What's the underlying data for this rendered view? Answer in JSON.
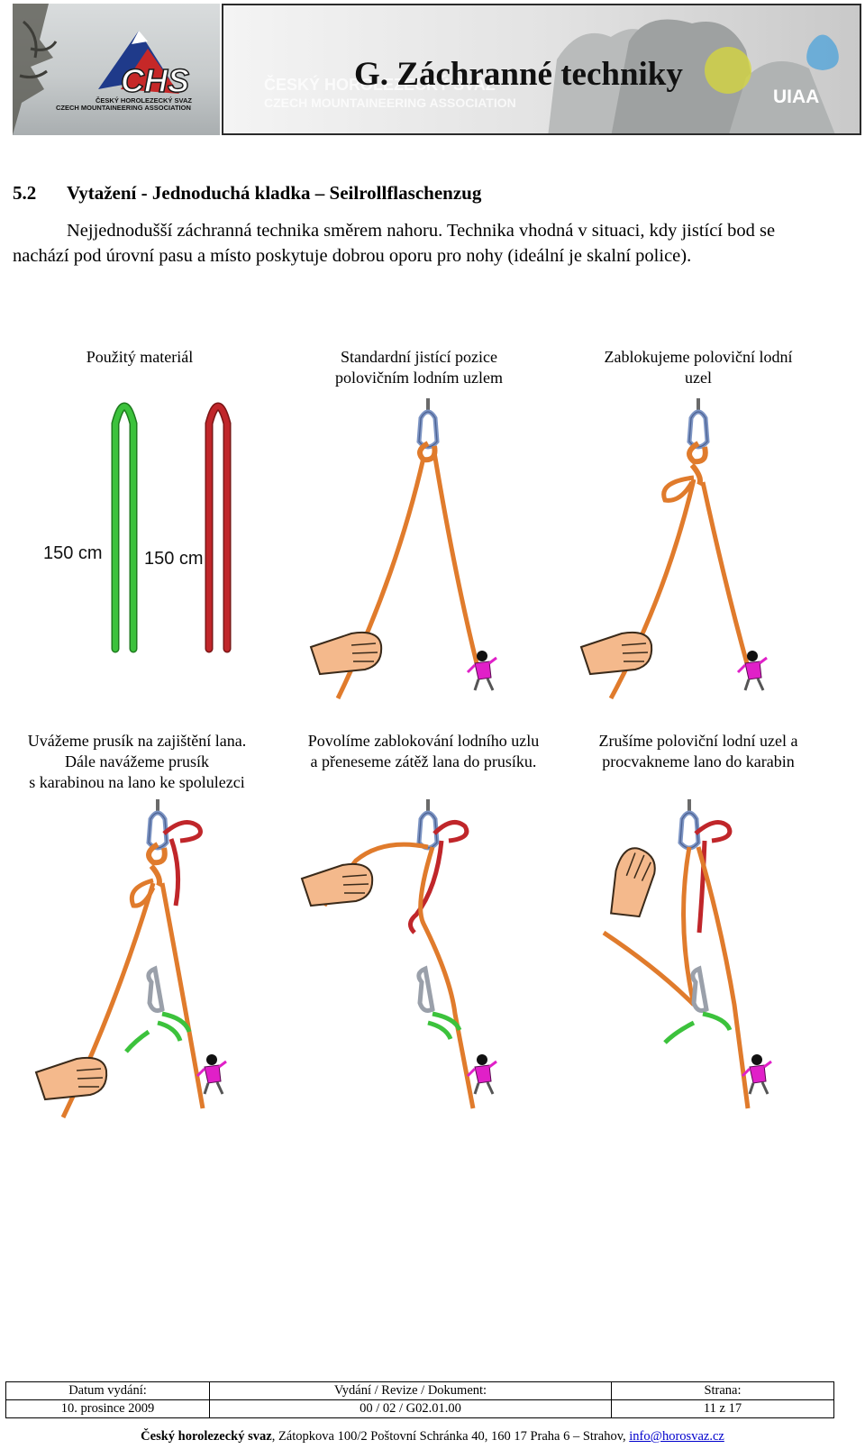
{
  "header": {
    "logo": {
      "letters": "CHS",
      "line1": "ČESKÝ HOROLEZECKÝ SVAZ",
      "line2": "CZECH MOUNTAINEERING ASSOCIATION"
    },
    "title": "G. Záchranné techniky",
    "watermark_line1": "ČESKÝ HOROLEZECKÝ SVAZ",
    "watermark_line2": "CZECH MOUNTAINEERING ASSOCIATION",
    "uiaa": "UIAA"
  },
  "section": {
    "number": "5.2",
    "title": "Vytažení  - Jednoduchá kladka – Seilrollflaschenzug",
    "intro": "Nejjednodušší záchranná technika směrem nahoru. Technika vhodná v situaci, kdy jistící bod se nachází pod úrovní pasu a místo poskytuje dobrou oporu pro nohy (ideální je skalní police)."
  },
  "figures": [
    {
      "caption_lines": [
        "Použitý materiál"
      ],
      "labels": [
        "150 cm",
        "150 cm"
      ]
    },
    {
      "caption_lines": [
        "Standardní jistící pozice",
        "polovičním lodním uzlem"
      ]
    },
    {
      "caption_lines": [
        "Zablokujeme poloviční lodní",
        "uzel"
      ]
    },
    {
      "caption_lines": [
        "Uvážeme prusík na zajištění lana.",
        "Dále navážeme prusík",
        "s karabinou na lano ke spolulezci"
      ]
    },
    {
      "caption_lines": [
        "Povolíme zablokování lodního uzlu",
        "a přeneseme zátěž lana do prusíku."
      ]
    },
    {
      "caption_lines": [
        "Zrušíme poloviční lodní uzel a",
        "procvakneme lano do karabin"
      ]
    }
  ],
  "footer": {
    "headers": [
      "Datum vydání:",
      "Vydání / Revize / Dokument:",
      "Strana:"
    ],
    "values": [
      "10. prosince 2009",
      "00 / 02 / G02.01.00",
      "11 z 17"
    ],
    "org": "Český horolezecký svaz",
    "address": ", Zátopkova 100/2 Poštovní Schránka 40, 160 17 Praha 6 – Strahov, ",
    "email": "info@horosvaz.cz"
  },
  "colors": {
    "rope_orange": "#e07b2c",
    "prusik_red": "#c0262a",
    "prusik_green": "#3cc23c",
    "carabiner_blue": "#7d95c4",
    "carabiner_grey": "#9aa0aa",
    "climber_pink": "#e020c8",
    "skin": "#f4b98c"
  }
}
